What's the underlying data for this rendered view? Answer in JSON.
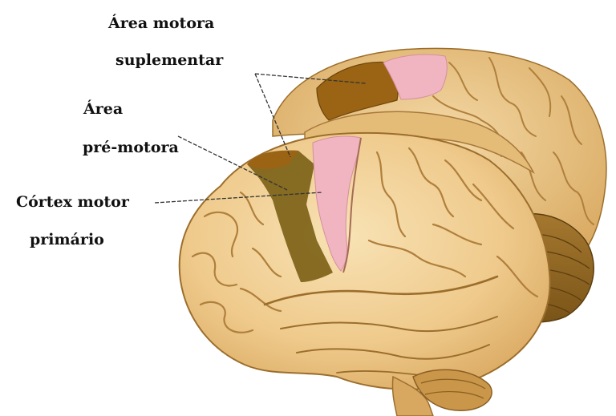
{
  "labels": {
    "supplementary_motor_area": [
      "Área motora",
      "suplementar"
    ],
    "premotor_area": [
      "Área",
      "pré-motora"
    ],
    "primary_motor_cortex": [
      "Córtex motor",
      "primário"
    ]
  },
  "colors": {
    "background": "#ffffff",
    "brain_tan": "#f1cf93",
    "brain_shadow": "#c89a52",
    "brain_fold": "#a8783a",
    "supplementary_motor_area": "#9a6414",
    "premotor_area": "#7d6218",
    "primary_motor_cortex": "#f0b5c0",
    "leader_lines": "#333333"
  }
}
